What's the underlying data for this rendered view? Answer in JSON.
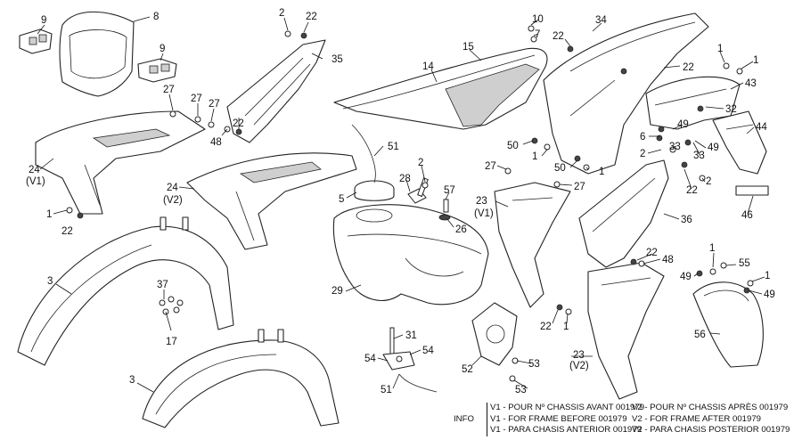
{
  "callouts": [
    {
      "id": "c9a",
      "text": "9"
    },
    {
      "id": "c8",
      "text": "8"
    },
    {
      "id": "c9b",
      "text": "9"
    },
    {
      "id": "c27a",
      "text": "27"
    },
    {
      "id": "c27b",
      "text": "27"
    },
    {
      "id": "c27c",
      "text": "27"
    },
    {
      "id": "c48a",
      "text": "48"
    },
    {
      "id": "c22a",
      "text": "22"
    },
    {
      "id": "c24a",
      "text": "24"
    },
    {
      "id": "cv1a",
      "text": "(V1)"
    },
    {
      "id": "c1a",
      "text": "1"
    },
    {
      "id": "c22b",
      "text": "22"
    },
    {
      "id": "c24b",
      "text": "24"
    },
    {
      "id": "cv2a",
      "text": "(V2)"
    },
    {
      "id": "c2a",
      "text": "2"
    },
    {
      "id": "c22c",
      "text": "22"
    },
    {
      "id": "c35",
      "text": "35"
    },
    {
      "id": "c3a",
      "text": "3"
    },
    {
      "id": "c37",
      "text": "37"
    },
    {
      "id": "c17",
      "text": "17"
    },
    {
      "id": "c3b",
      "text": "3"
    },
    {
      "id": "c10",
      "text": "10"
    },
    {
      "id": "c7",
      "text": "7"
    },
    {
      "id": "c15",
      "text": "15"
    },
    {
      "id": "c14",
      "text": "14"
    },
    {
      "id": "c51a",
      "text": "51"
    },
    {
      "id": "c2b",
      "text": "2"
    },
    {
      "id": "c28",
      "text": "28"
    },
    {
      "id": "c5",
      "text": "5"
    },
    {
      "id": "c57",
      "text": "57"
    },
    {
      "id": "c26",
      "text": "26"
    },
    {
      "id": "c29",
      "text": "29"
    },
    {
      "id": "c31",
      "text": "31"
    },
    {
      "id": "c54a",
      "text": "54"
    },
    {
      "id": "c54b",
      "text": "54"
    },
    {
      "id": "c51b",
      "text": "51"
    },
    {
      "id": "c34",
      "text": "34"
    },
    {
      "id": "c22d",
      "text": "22"
    },
    {
      "id": "c22e",
      "text": "22"
    },
    {
      "id": "c1b",
      "text": "1"
    },
    {
      "id": "c1c",
      "text": "1"
    },
    {
      "id": "c43",
      "text": "43"
    },
    {
      "id": "c32",
      "text": "32"
    },
    {
      "id": "c44",
      "text": "44"
    },
    {
      "id": "c49a",
      "text": "49"
    },
    {
      "id": "c6",
      "text": "6"
    },
    {
      "id": "c49b",
      "text": "49"
    },
    {
      "id": "c2c",
      "text": "2"
    },
    {
      "id": "c33a",
      "text": "33"
    },
    {
      "id": "c33b",
      "text": "33"
    },
    {
      "id": "c50a",
      "text": "50"
    },
    {
      "id": "c1d",
      "text": "1"
    },
    {
      "id": "c50b",
      "text": "50"
    },
    {
      "id": "c1e",
      "text": "1"
    },
    {
      "id": "c27d",
      "text": "27"
    },
    {
      "id": "c27e",
      "text": "27"
    },
    {
      "id": "c22f",
      "text": "22"
    },
    {
      "id": "c2d",
      "text": "2"
    },
    {
      "id": "c23a",
      "text": "23"
    },
    {
      "id": "cv1b",
      "text": "(V1)"
    },
    {
      "id": "c36",
      "text": "36"
    },
    {
      "id": "c46",
      "text": "46"
    },
    {
      "id": "c22g",
      "text": "22"
    },
    {
      "id": "c48b",
      "text": "48"
    },
    {
      "id": "c1f",
      "text": "1"
    },
    {
      "id": "c55",
      "text": "55"
    },
    {
      "id": "c49c",
      "text": "49"
    },
    {
      "id": "c1g",
      "text": "1"
    },
    {
      "id": "c49d",
      "text": "49"
    },
    {
      "id": "c22h",
      "text": "22"
    },
    {
      "id": "c1h",
      "text": "1"
    },
    {
      "id": "c52",
      "text": "52"
    },
    {
      "id": "c53a",
      "text": "53"
    },
    {
      "id": "c53b",
      "text": "53"
    },
    {
      "id": "c23b",
      "text": "23"
    },
    {
      "id": "cv2b",
      "text": "(V2)"
    },
    {
      "id": "c56",
      "text": "56"
    }
  ],
  "info": {
    "tag": "INFO",
    "lines": [
      "V1 - POUR Nº CHASSIS AVANT 001979",
      "V1 - FOR FRAME BEFORE 001979",
      "V1 - PARA CHASIS ANTERIOR 001979",
      "V2 - POUR Nº CHASSIS APRÈS 001979",
      "V2 - FOR FRAME AFTER 001979",
      "V2 - PARA CHASIS POSTERIOR 001979"
    ]
  }
}
